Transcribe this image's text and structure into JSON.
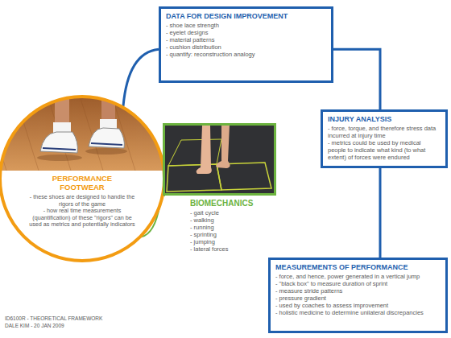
{
  "diagram": {
    "nodes": [
      {
        "text": [
          "DATA FOR DESIGN IMPROVEMENT",
          "- shoe lace strength",
          "- eyelet designs",
          "- material patterns",
          "- cushion distribution",
          "- quantify: reconstruction analogy"
        ]
      },
      {
        "text": [
          "INJURY ANALYSIS",
          "- force, torque, and therefore stress data incurred at injury time",
          "- metrics could be used by medical people to indicate what kind (to what extent) of forces were endured"
        ]
      },
      {
        "text": [
          "PERFORMANCE FOOTWEAR",
          "- these shoes are designed to handle the rigors of the game",
          "- how real time measurements (quantification) of these \"rigors\" can be used as metrics and potentially indicators"
        ]
      },
      {
        "text": [
          "BIOMECHANICS",
          "- gait cycle",
          "- walking",
          "- running",
          "- sprinting",
          "- jumping",
          "- lateral forces"
        ]
      },
      {
        "text": [
          "MEASUREMENTS OF PERFORMANCE",
          "- force, and hence, power generated in a vertical jump",
          "- \"black box\" to measure duration of sprint",
          "- measure stride patterns",
          "- pressure gradient",
          "- used by coaches to assess improvement",
          "- holistic medicine to determine unilateral discrepancies"
        ]
      }
    ],
    "edges": [
      {
        "from": 2,
        "to": 0,
        "arrow": "none"
      },
      {
        "from": 0,
        "to": 1,
        "arrow": "none"
      },
      {
        "from": 1,
        "to": 4,
        "arrow": "none"
      },
      {
        "from": 2,
        "to": 3,
        "arrow": "to"
      }
    ],
    "labels": [
      "ID6100R - THEORETICAL FRAMEWORK",
      "DALE KIM - 20 JAN 2009"
    ]
  }
}
